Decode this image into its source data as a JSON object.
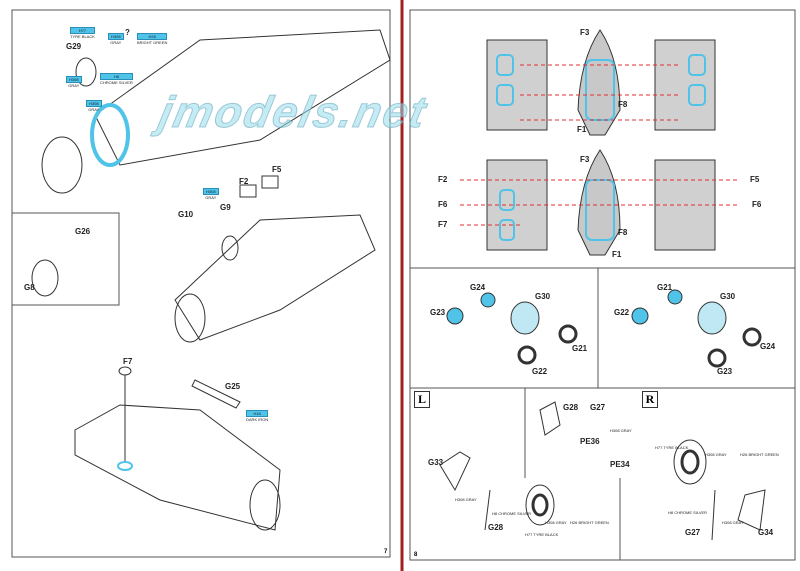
{
  "left_page": {
    "page_number": "7",
    "labels": [
      "G29",
      "G26",
      "G8",
      "G10",
      "G9",
      "F2",
      "F5",
      "F7",
      "G25"
    ],
    "paints": [
      {
        "code": "H77",
        "name": "TYRE BLACK"
      },
      {
        "code": "H308",
        "name": "GRAY"
      },
      {
        "code": "?",
        "name": ""
      },
      {
        "code": "H26",
        "name": "BRIGHT GREEN"
      },
      {
        "code": "H308",
        "name": "GRAY"
      },
      {
        "code": "H8",
        "name": "CHROME SILVER"
      },
      {
        "code": "H308",
        "name": "GRAY"
      },
      {
        "code": "H308",
        "name": "GRAY"
      },
      {
        "code": "H18",
        "name": "DARK IRON"
      }
    ]
  },
  "right_page": {
    "page_number": "8",
    "mask_top": {
      "labels": [
        "F3",
        "F8",
        "F1"
      ]
    },
    "mask_bottom": {
      "labels": [
        "F3",
        "F8",
        "F1",
        "F2",
        "F6",
        "F7",
        "F5",
        "F6"
      ]
    },
    "wheel_left": {
      "labels": [
        "G24",
        "G30",
        "G23",
        "G21",
        "G22"
      ]
    },
    "wheel_right": {
      "labels": [
        "G21",
        "G30",
        "G22",
        "G24",
        "G23"
      ]
    },
    "gear_left": {
      "marker": "L",
      "labels": [
        "G33",
        "G28"
      ],
      "paints": [
        "H308 GRAY",
        "H8 CHROME SILVER",
        "H308 GRAY",
        "H77 TYRE BLACK",
        "H26 BRIGHT GREEN"
      ]
    },
    "gear_center": {
      "labels": [
        "G28",
        "G27",
        "PE36",
        "PE34"
      ],
      "paint": "H308 GRAY"
    },
    "gear_right": {
      "marker": "R",
      "labels": [
        "G27",
        "G34"
      ],
      "paints": [
        "H77 TYRE BLACK",
        "H308 GRAY",
        "H26 BRIGHT GREEN",
        "H8 CHROME SILVER",
        "H308 GRAY"
      ]
    }
  },
  "watermark": "jmodels.net",
  "colors": {
    "accent": "#4fc3e8",
    "divider": "#a02020",
    "mask_red": "#e03030"
  }
}
